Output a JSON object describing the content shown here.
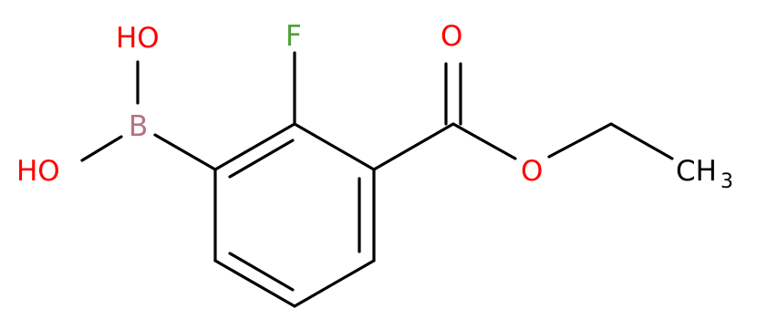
{
  "molecule": {
    "atoms": {
      "hydroxyl_top": {
        "text": "HO"
      },
      "hydroxyl_left": {
        "text": "HO"
      },
      "boron": {
        "text": "B"
      },
      "fluorine": {
        "text": "F"
      },
      "carbonyl_oxygen": {
        "text": "O"
      },
      "ester_oxygen": {
        "text": "O"
      },
      "methyl": {
        "text": "CH",
        "subscript": "3"
      }
    },
    "colors": {
      "bond": "#000000",
      "oxygen": "#ff0000",
      "boron": "#b5737c",
      "fluorine": "#4fa03b",
      "carbon": "#000000"
    }
  }
}
